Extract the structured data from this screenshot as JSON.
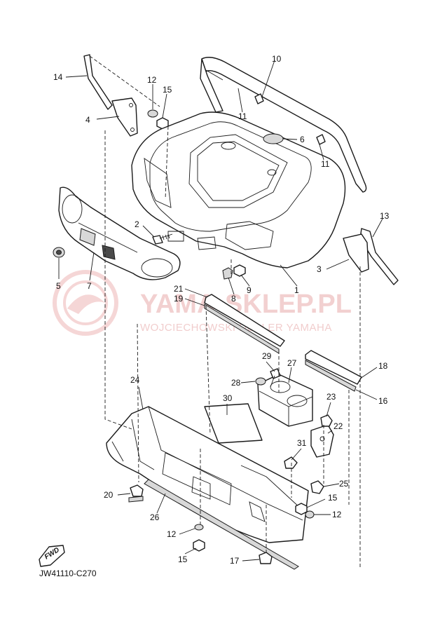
{
  "watermark": {
    "brand": "YAMA-SKLEP.PL",
    "dealer": "WOJCIECHOWSKI DEALER YAMAHA"
  },
  "diagram_code": "JW41110-C270",
  "fwd_label": "FWD",
  "callouts": {
    "c1": "1",
    "c2": "2",
    "c3": "3",
    "c4": "4",
    "c5": "5",
    "c6": "6",
    "c7": "7",
    "c8": "8",
    "c9": "9",
    "c10": "10",
    "c11a": "11",
    "c11b": "11",
    "c12a": "12",
    "c12b": "12",
    "c12c": "12",
    "c13": "13",
    "c14": "14",
    "c15a": "15",
    "c15b": "15",
    "c15c": "15",
    "c16": "16",
    "c17": "17",
    "c18": "18",
    "c19": "19",
    "c20": "20",
    "c21": "21",
    "c22": "22",
    "c23": "23",
    "c24": "24",
    "c25": "25",
    "c26": "26",
    "c27": "27",
    "c28": "28",
    "c29": "29",
    "c30": "30",
    "c31": "31"
  }
}
